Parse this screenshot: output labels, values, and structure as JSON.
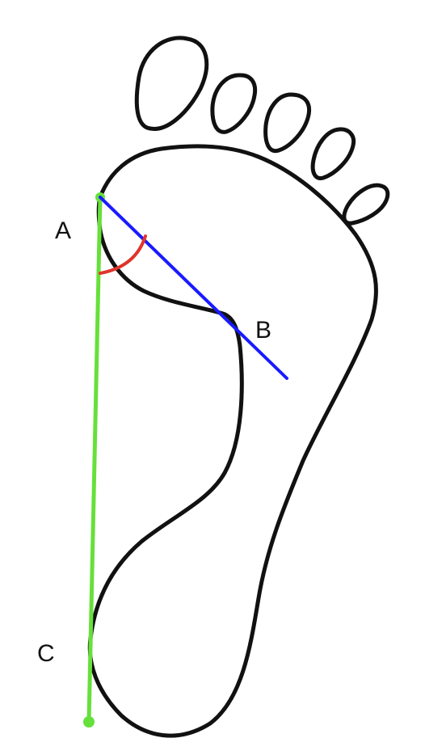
{
  "diagram": {
    "points": {
      "a": {
        "label": "A"
      },
      "b": {
        "label": "B"
      },
      "c": {
        "label": "C"
      }
    },
    "colors": {
      "outline": "#111111",
      "line_ab": "#1a1aff",
      "line_ac": "#66e03a",
      "angle_arc": "#e0342c",
      "background": "#ffffff"
    }
  }
}
